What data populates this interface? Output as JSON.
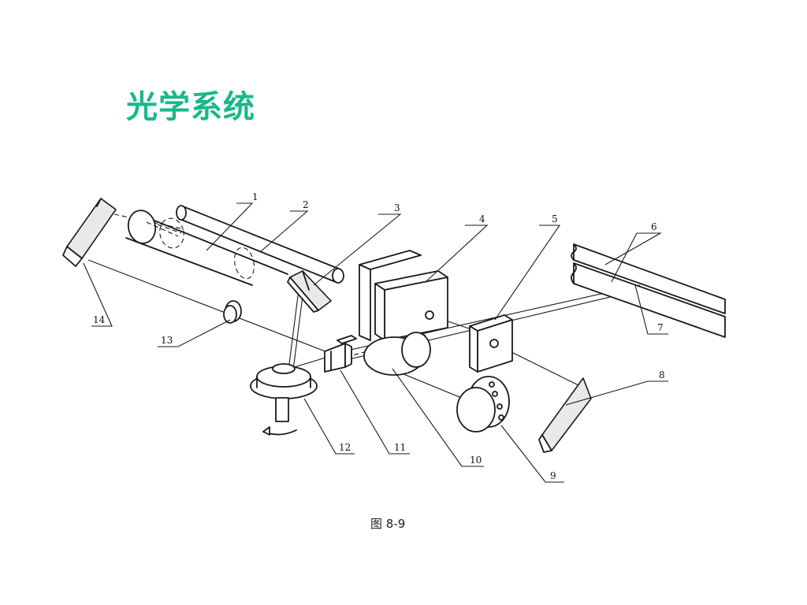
{
  "title": "光学系统",
  "figure": {
    "caption": "图 8-9",
    "labels": {
      "l1": "1",
      "l2": "2",
      "l3": "3",
      "l4": "4",
      "l5": "5",
      "l6": "6",
      "l7": "7",
      "l8": "8",
      "l9": "9",
      "l10": "10",
      "l11": "11",
      "l12": "12",
      "l13": "13",
      "l14": "14"
    }
  }
}
